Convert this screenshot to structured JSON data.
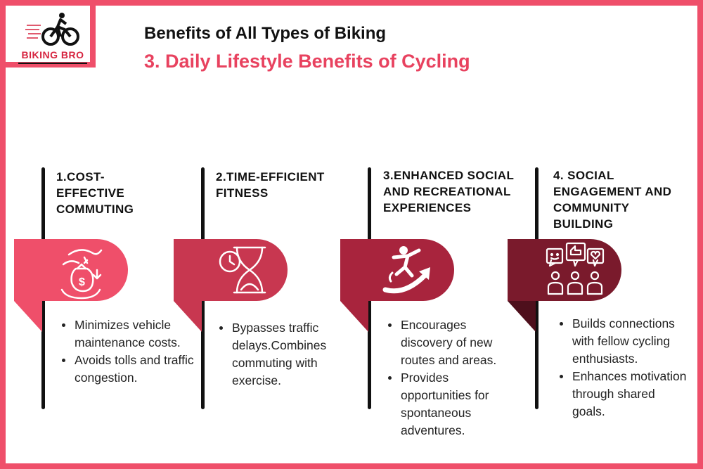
{
  "logo": {
    "brand": "BIKING BRO",
    "icon": "cyclist-icon"
  },
  "title": "Benefits of All Types of Biking",
  "subtitle": "3. Daily Lifestyle Benefits of Cycling",
  "colors": {
    "frame": "#ef4f6a",
    "subtitle": "#e8425f",
    "col1": "#ef4f6a",
    "col2": "#c83750",
    "col3": "#a8243d",
    "col4": "#7a1a2c"
  },
  "columns": [
    {
      "heading": "1.COST-\nEFFECTIVE\nCOMMUTING",
      "icon": "money-hand-icon",
      "bullets": [
        "Minimizes vehicle maintenance costs.",
        "Avoids tolls and traffic congestion."
      ]
    },
    {
      "heading": "2.TIME-EFFICIENT\nFITNESS",
      "icon": "clock-hourglass-icon",
      "bullets": [
        "Bypasses traffic delays.Combines commuting with exercise."
      ]
    },
    {
      "heading": "3.ENHANCED SOCIAL\nAND RECREATIONAL\nEXPERIENCES",
      "icon": "adventure-surf-icon",
      "bullets": [
        "Encourages discovery of new routes and areas.",
        "Provides opportunities for spontaneous adventures."
      ]
    },
    {
      "heading": "4. SOCIAL\nENGAGEMENT AND\nCOMMUNITY\nBUILDING",
      "icon": "community-feedback-icon",
      "bullets": [
        "Builds connections with fellow cycling enthusiasts.",
        "Enhances motivation through shared goals."
      ]
    }
  ]
}
